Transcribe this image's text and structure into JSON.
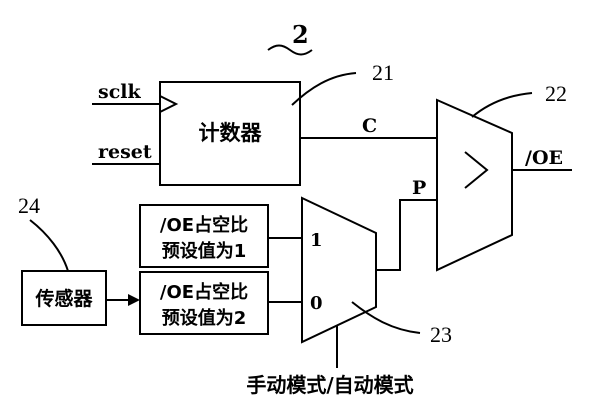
{
  "diagram": {
    "figure_ref": "2",
    "counter": {
      "ref": "21",
      "name": "计数器",
      "input_clock": "sclk",
      "input_reset": "reset"
    },
    "counter_output_label": "C",
    "comparator": {
      "ref": "22",
      "output_label": "/OE"
    },
    "mux_output_label": "P",
    "preset1": {
      "line1": "/OE占空比",
      "line2": "预设值为1"
    },
    "preset2": {
      "line1": "/OE占空比",
      "line2": "预设值为2"
    },
    "sensor": {
      "ref": "24",
      "name": "传感器"
    },
    "mux": {
      "ref": "23",
      "input1": "1",
      "input0": "0"
    },
    "mode_select_label": "手动模式/自动模式"
  }
}
